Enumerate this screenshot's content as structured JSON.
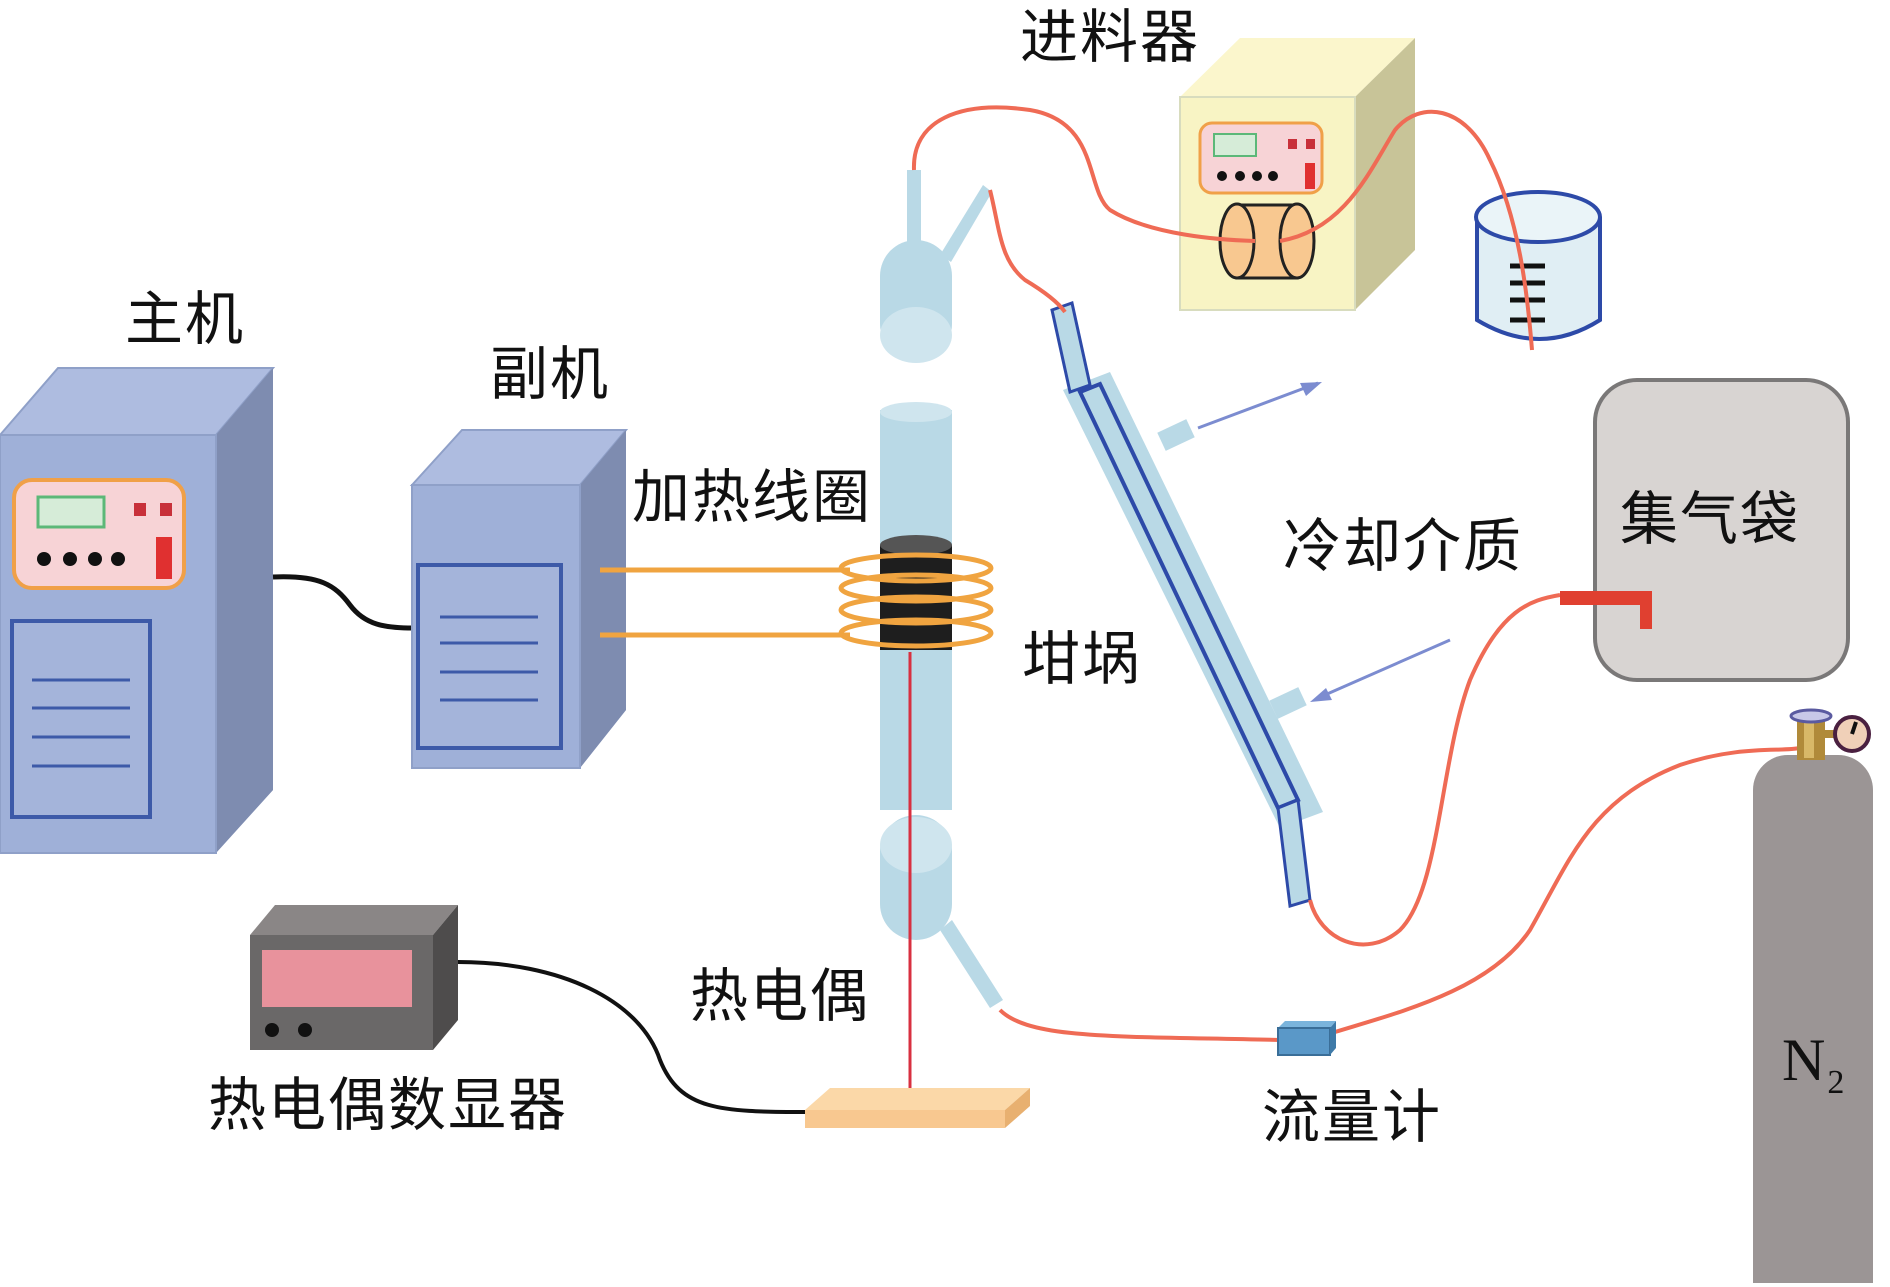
{
  "title": "Experimental apparatus schematic",
  "labels": {
    "host": "主机",
    "slave": "副机",
    "feeder": "进料器",
    "heating_coil": "加热线圈",
    "cooling_medium": "冷却介质",
    "gas_bag": "集气袋",
    "crucible": "坩埚",
    "thermocouple": "热电偶",
    "thermocouple_display": "热电偶数显器",
    "flow_meter": "流量计",
    "n2_main": "N",
    "n2_sub": "2"
  },
  "colors": {
    "cabinet_front": "#9fb0d8",
    "cabinet_side": "#7e8cb0",
    "cabinet_top": "#aebce0",
    "cabinet_outline": "#3d5aa8",
    "panel_bg": "#f7d3d6",
    "panel_border": "#f0a048",
    "tube_light": "#b9d9e6",
    "tube_dark": "#2d4aa8",
    "coil": "#f0a440",
    "hose": "#ef6b55",
    "feeder_front": "#f8f4c4",
    "feeder_side": "#c8c498",
    "gas_bag_fill": "#d8d4d2",
    "cylinder": "#9b9595",
    "display_box": "#6a6868",
    "display_screen": "#e8929c",
    "plate": "#f8c890",
    "flow_meter": "#5a98c8"
  }
}
